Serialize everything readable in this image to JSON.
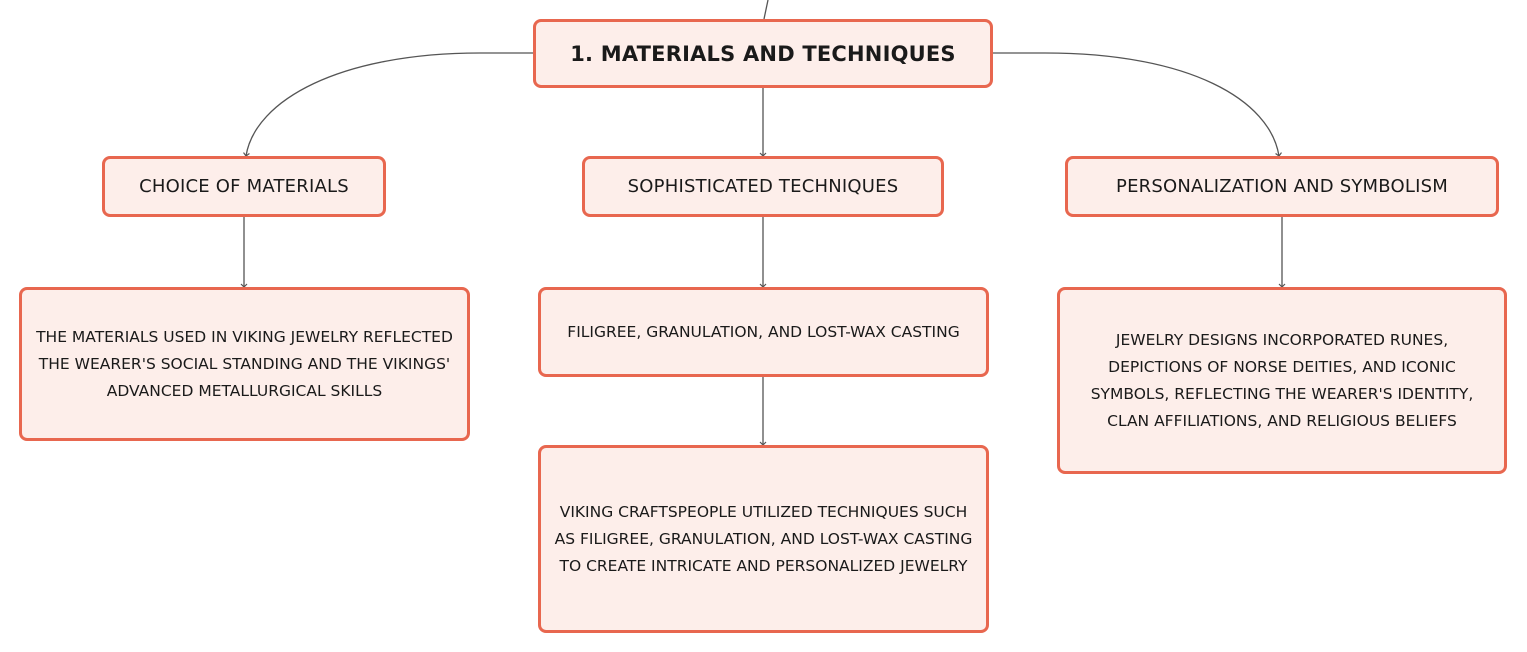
{
  "diagram": {
    "root": {
      "label": "1. MATERIALS AND TECHNIQUES"
    },
    "branches": [
      {
        "label": "CHOICE OF MATERIALS",
        "details": [
          "THE MATERIALS USED IN VIKING JEWELRY REFLECTED THE WEARER'S SOCIAL STANDING AND THE VIKINGS' ADVANCED METALLURGICAL SKILLS"
        ]
      },
      {
        "label": "SOPHISTICATED TECHNIQUES",
        "details": [
          "FILIGREE, GRANULATION, AND LOST-WAX CASTING",
          "VIKING CRAFTSPEOPLE UTILIZED TECHNIQUES SUCH AS FILIGREE, GRANULATION, AND LOST-WAX CASTING TO CREATE INTRICATE AND PERSONALIZED JEWELRY"
        ]
      },
      {
        "label": "PERSONALIZATION AND SYMBOLISM",
        "details": [
          "JEWELRY DESIGNS INCORPORATED RUNES, DEPICTIONS OF NORSE DEITIES, AND ICONIC SYMBOLS, REFLECTING THE WEARER'S IDENTITY, CLAN AFFILIATIONS, AND RELIGIOUS BELIEFS"
        ]
      }
    ]
  },
  "colors": {
    "node_border": "#e8674f",
    "node_fill": "#fdeeea",
    "connector": "#555555",
    "text": "#1a1a1a"
  }
}
